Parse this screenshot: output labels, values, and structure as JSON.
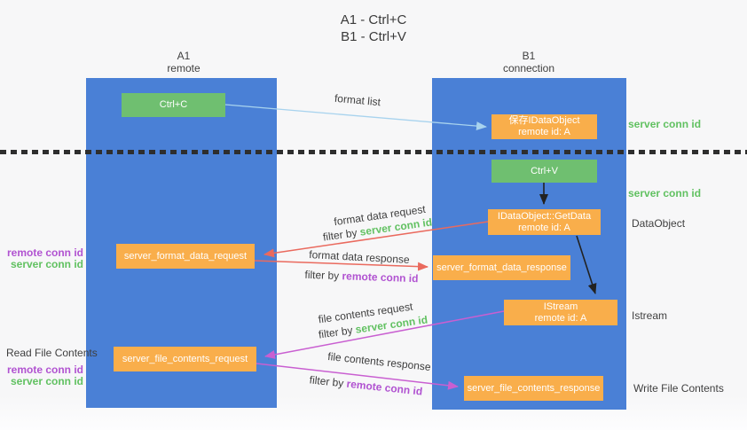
{
  "title": {
    "line1": "A1 - Ctrl+C",
    "line2": "B1 - Ctrl+V"
  },
  "lanes": {
    "left": {
      "name": "A1",
      "role": "remote"
    },
    "right": {
      "name": "B1",
      "role": "connection"
    }
  },
  "nodes": {
    "ctrl_c": {
      "label": "Ctrl+C"
    },
    "save_dataobject": {
      "line1": "保存IDataObject",
      "line2": "remote id: A"
    },
    "ctrl_v": {
      "label": "Ctrl+V"
    },
    "getdata": {
      "line1": "IDataObject::GetData",
      "line2": "remote id: A"
    },
    "format_request": {
      "label": "server_format_data_request"
    },
    "format_response": {
      "label": "server_format_data_response"
    },
    "istream": {
      "line1": "IStream",
      "line2": "remote id: A"
    },
    "file_request": {
      "label": "server_file_contents_request"
    },
    "file_response": {
      "label": "server_file_contents_response"
    }
  },
  "edge_labels": {
    "format_list": "format list",
    "format_data_request": "format data request",
    "format_data_response": "format data response",
    "file_contents_request": "file contents request",
    "file_contents_response": "file contents response",
    "filter_by": "filter by",
    "server_conn_id": "server conn id",
    "remote_conn_id": "remote conn id"
  },
  "annotations": {
    "server_conn_id_top": "server conn id",
    "server_conn_id_mid": "server conn id",
    "dataobject": "DataObject",
    "istream": "Istream",
    "read_file_contents": "Read File Contents",
    "write_file_contents": "Write File Contents",
    "remote_conn_id": "remote conn id",
    "server_conn_id": "server conn id"
  },
  "colors": {
    "lane_blue": "#4a80d6",
    "box_green": "#6fbf70",
    "box_orange": "#f9ae4b",
    "text_green": "#61c161",
    "text_purple": "#b153d1",
    "arrow_red": "#ea6a5e",
    "arrow_magenta": "#c95fd1",
    "arrow_blue": "#a8d3ee",
    "arrow_black": "#222222"
  }
}
